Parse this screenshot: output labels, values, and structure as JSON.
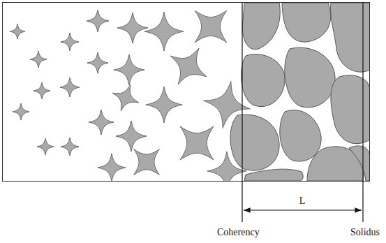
{
  "diagram": {
    "labels": [
      "L",
      "Coherency",
      "Solidus"
    ]
  }
}
